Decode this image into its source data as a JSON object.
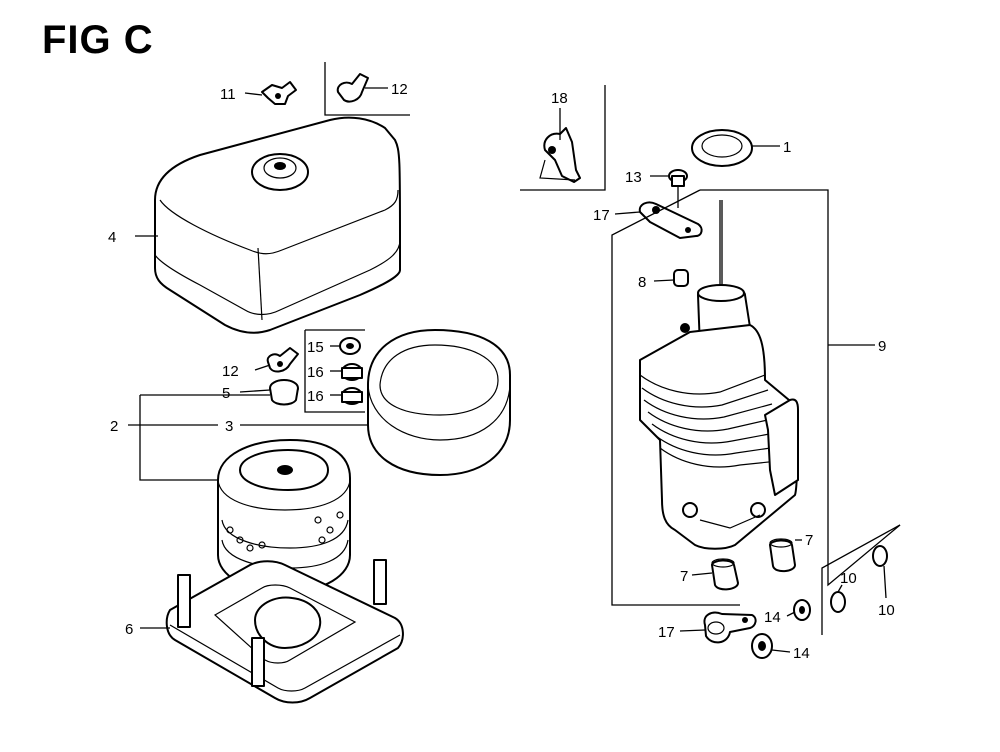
{
  "figure": {
    "title": "FIG C"
  },
  "callouts": [
    {
      "id": "c1",
      "label": "1"
    },
    {
      "id": "c2",
      "label": "2"
    },
    {
      "id": "c3",
      "label": "3"
    },
    {
      "id": "c4",
      "label": "4"
    },
    {
      "id": "c5",
      "label": "5"
    },
    {
      "id": "c6",
      "label": "6"
    },
    {
      "id": "c7a",
      "label": "7"
    },
    {
      "id": "c7b",
      "label": "7"
    },
    {
      "id": "c8",
      "label": "8"
    },
    {
      "id": "c9",
      "label": "9"
    },
    {
      "id": "c10a",
      "label": "10"
    },
    {
      "id": "c10b",
      "label": "10"
    },
    {
      "id": "c11",
      "label": "11"
    },
    {
      "id": "c12a",
      "label": "12"
    },
    {
      "id": "c12b",
      "label": "12"
    },
    {
      "id": "c13",
      "label": "13"
    },
    {
      "id": "c14a",
      "label": "14"
    },
    {
      "id": "c14b",
      "label": "14"
    },
    {
      "id": "c15",
      "label": "15"
    },
    {
      "id": "c16a",
      "label": "16"
    },
    {
      "id": "c16b",
      "label": "16"
    },
    {
      "id": "c17a",
      "label": "17"
    },
    {
      "id": "c17b",
      "label": "17"
    },
    {
      "id": "c18",
      "label": "18"
    }
  ]
}
